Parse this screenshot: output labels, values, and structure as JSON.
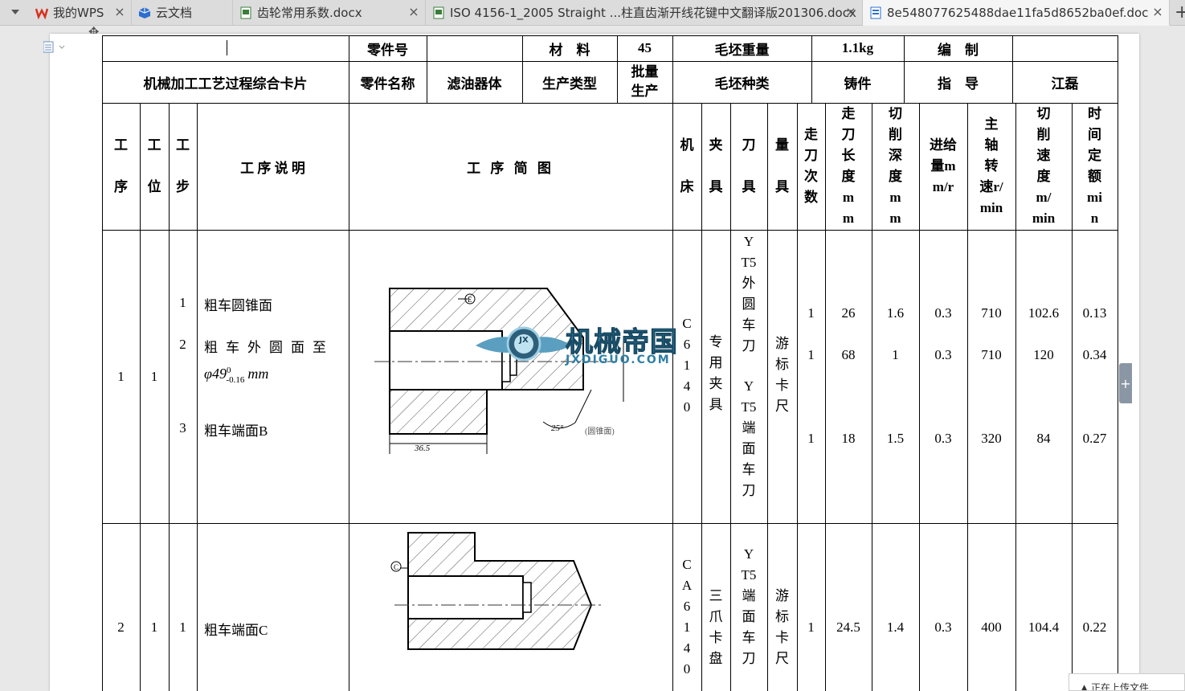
{
  "tabs": [
    {
      "title": "我的WPS",
      "icon": "wps-logo-icon"
    },
    {
      "title": "云文档",
      "icon": "cloud-doc-icon"
    },
    {
      "title": "齿轮常用系数.docx",
      "icon": "document-icon"
    },
    {
      "title": "ISO 4156-1_2005 Straight ...柱直齿渐开线花键中文翻译版201306.docx",
      "icon": "document-icon"
    },
    {
      "title": "8e548077625488dae11fa5d8652ba0ef.doc",
      "icon": "document-icon",
      "active": true
    }
  ],
  "close_glyph": "×",
  "new_tab_glyph": "+",
  "header": {
    "part_no_label": "零件号",
    "material_label": "材　料",
    "material_value": "45",
    "blank_weight_label": "毛坯重量",
    "blank_weight_value": "1.1kg",
    "compile_label": "编　制",
    "card_title": "机械加工工艺过程综合卡片",
    "part_name_label": "零件名称",
    "part_name_value": "滤油器体",
    "production_type_label": "生产类型",
    "production_type_value": "批量生产",
    "blank_type_label": "毛坯种类",
    "blank_type_value": "铸件",
    "guide_label": "指　导",
    "guide_value": "江磊"
  },
  "columns": [
    "工序",
    "工位",
    "工步",
    "工 序 说 明",
    "工 序 简 图",
    "机床",
    "夹具",
    "刀具",
    "量具",
    "走刀次数",
    "走刀长度mm",
    "切削深度mm",
    "进给量mm/r",
    "主轴转速r/min",
    "切削速度m/min",
    "时间定额min"
  ],
  "row1": {
    "proc": "1",
    "station": "1",
    "steps": [
      "1",
      "2",
      "3"
    ],
    "desc": [
      "粗车圆锥面",
      "粗车外圆面至",
      "φ49",
      "0",
      "-0.16",
      "mm",
      "粗车端面B"
    ],
    "machine": "C6140",
    "fixture": "专用夹具",
    "tool1": "YT5外圆车刀",
    "tool2": "YT5端面车刀",
    "gauge": "游标卡尺",
    "values": [
      {
        "passes": "1",
        "length": "26",
        "depth": "1.6",
        "feed": "0.3",
        "speed": "710",
        "vel": "102.6",
        "time": "0.13"
      },
      {
        "passes": "1",
        "length": "68",
        "depth": "1",
        "feed": "0.3",
        "speed": "710",
        "vel": "120",
        "time": "0.34"
      },
      {
        "passes": "1",
        "length": "18",
        "depth": "1.5",
        "feed": "0.3",
        "speed": "320",
        "vel": "84",
        "time": "0.27"
      }
    ],
    "drawing": {
      "datum": "E",
      "dim": "36.5",
      "angle": "25°",
      "note": "(圆锥面)"
    }
  },
  "row2": {
    "proc": "2",
    "station": "1",
    "step": "1",
    "desc": "粗车端面C",
    "machine": "CA6140",
    "fixture": "三爪卡盘",
    "tool": "YT5端面车刀",
    "gauge": "游标卡尺",
    "passes": "1",
    "length": "24.5",
    "depth": "1.4",
    "feed": "0.3",
    "speed": "400",
    "vel": "104.4",
    "time": "0.22",
    "drawing": {
      "datum": "C"
    }
  },
  "watermark": {
    "name": "机械帝国",
    "url": "JXDIGUO.COM",
    "badge": "JX"
  },
  "toast": "正在上传文件"
}
